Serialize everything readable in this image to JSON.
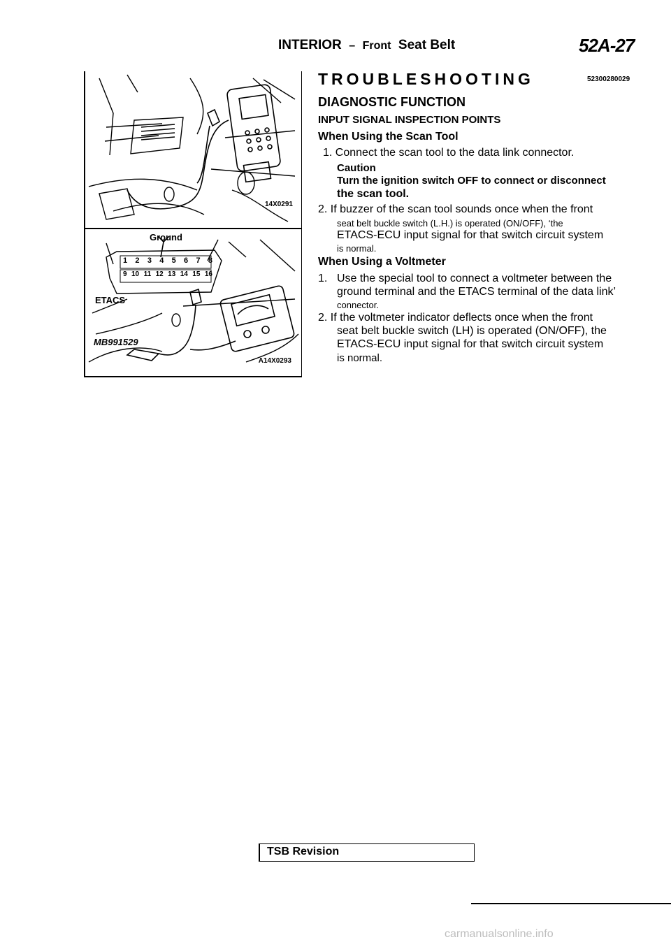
{
  "header": {
    "section": "INTERIOR",
    "dash": "–",
    "sub1": "Front",
    "sub2": "Seat Belt",
    "page_number": "52A-27"
  },
  "figures": {
    "fig1": {
      "code": "14X0291"
    },
    "fig2": {
      "code": "A14X0293",
      "ground_label": "Ground",
      "etacs_label": "ETACS",
      "tool_label": "MB991529",
      "pins_top": [
        "1",
        "2",
        "3",
        "4",
        "5",
        "6",
        "7",
        "8"
      ],
      "pins_bottom": [
        "9",
        "10",
        "11",
        "12",
        "13",
        "14",
        "15",
        "16"
      ]
    }
  },
  "content": {
    "title": "TROUBLESHOOTING",
    "doc_id": "52300280029",
    "diag_heading": "DIAGNOSTIC FUNCTION",
    "sub_heading": "INPUT SIGNAL INSPECTION POINTS",
    "scan_heading": "When Using the Scan Tool",
    "scan_step1": "1. Connect the scan tool to the data link connector.",
    "caution_label": "Caution",
    "caution_line1": "Turn the ignition switch OFF to connect or disconnect",
    "caution_line2": "the scan tool.",
    "scan_step2_line1": "2. If buzzer of the scan tool sounds once when the front",
    "scan_step2_line2": "seat belt buckle switch (L.H.) is operated (ON/OFF), ‘the",
    "scan_step2_line3": "ETACS-ECU input signal for that switch circuit system",
    "scan_step2_line4": "is normal.",
    "volt_heading": "When Using a Voltmeter",
    "volt_step1_num": "1.",
    "volt_step1_line1": "Use the special tool to connect a voltmeter between the",
    "volt_step1_line2": "ground terminal and the ETACS terminal of the data link’",
    "volt_step1_line3": "connector.",
    "volt_step2_line1": "2. If the voltmeter indicator deflects once when the front",
    "volt_step2_line2": "seat belt buckle switch (LH) is operated (ON/OFF), the",
    "volt_step2_line3": "ETACS-ECU input signal for that switch circuit system",
    "volt_step2_line4": "is normal."
  },
  "footer": {
    "tsb": "TSB Revision",
    "watermark": "carmanualsonline.info"
  }
}
